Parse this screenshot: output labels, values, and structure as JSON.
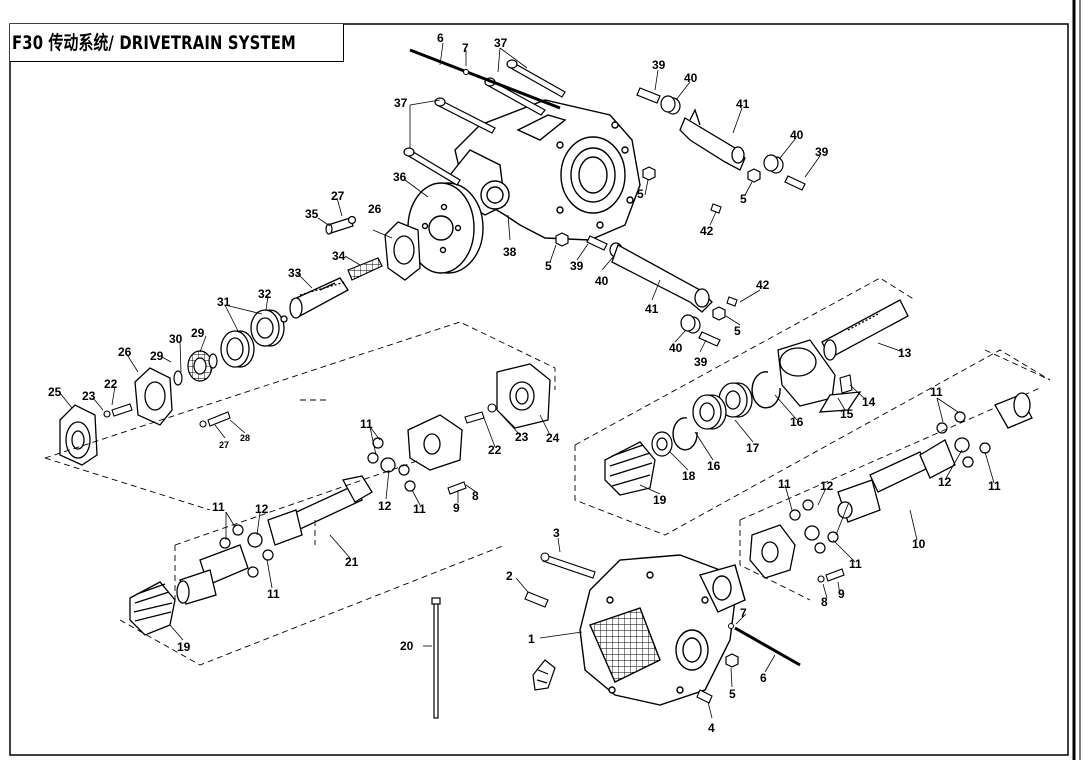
{
  "title": "F30 传动系统/ DRIVETRAIN SYSTEM",
  "callouts": {
    "c1": "1",
    "c2": "2",
    "c3": "3",
    "c4": "4",
    "c5a": "5",
    "c5b": "5",
    "c5c": "5",
    "c5d": "5",
    "c5e": "5",
    "c6a": "6",
    "c6b": "6",
    "c7a": "7",
    "c7b": "7",
    "c8a": "8",
    "c8b": "8",
    "c9a": "9",
    "c9b": "9",
    "c10": "10",
    "c11a": "11",
    "c11b": "11",
    "c11c": "11",
    "c11d": "11",
    "c11e": "11",
    "c11f": "11",
    "c11g": "11",
    "c11h": "11",
    "c12a": "12",
    "c12b": "12",
    "c12c": "12",
    "c12d": "12",
    "c13": "13",
    "c14": "14",
    "c15": "15",
    "c16a": "16",
    "c16b": "16",
    "c17": "17",
    "c18": "18",
    "c19a": "19",
    "c19b": "19",
    "c20": "20",
    "c21": "21",
    "c22a": "22",
    "c22b": "22",
    "c23a": "23",
    "c23b": "23",
    "c24": "24",
    "c25": "25",
    "c26a": "26",
    "c26b": "26",
    "c27a": "27",
    "c27b": "27",
    "c28": "28",
    "c29a": "29",
    "c29b": "29",
    "c30": "30",
    "c31": "31",
    "c32": "32",
    "c33": "33",
    "c34": "34",
    "c35": "35",
    "c36": "36",
    "c37a": "37",
    "c37b": "37",
    "c38": "38",
    "c39a": "39",
    "c39b": "39",
    "c39c": "39",
    "c39d": "39",
    "c40a": "40",
    "c40b": "40",
    "c40c": "40",
    "c40d": "40",
    "c41a": "41",
    "c41b": "41",
    "c42a": "42",
    "c42b": "42"
  }
}
